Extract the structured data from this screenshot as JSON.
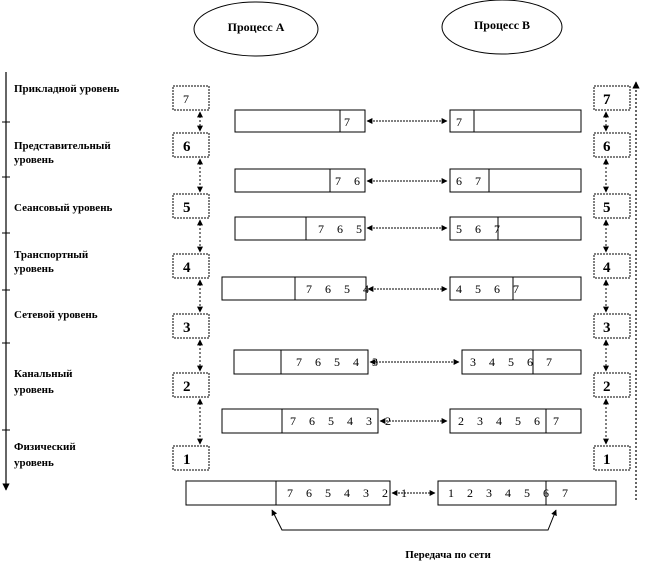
{
  "processes": {
    "a": "Процесс A",
    "b": "Процесс B"
  },
  "layers": [
    {
      "name": "Прикладной  уровень",
      "num": "7"
    },
    {
      "name": "Представительный уровень",
      "num": "6"
    },
    {
      "name": "Сеансовый уровень",
      "num": "5"
    },
    {
      "name": "Транспортный уровень",
      "num": "4"
    },
    {
      "name": "Сетевой уровень",
      "num": "3"
    },
    {
      "name": "Канальный уровень",
      "num": "2"
    },
    {
      "name": "Физический уровень",
      "num": "1"
    }
  ],
  "packets": [
    {
      "left": "7",
      "right": "7"
    },
    {
      "left": "7 6",
      "right": "6 7"
    },
    {
      "left": "7 6 5",
      "right": "5 6 7"
    },
    {
      "left": "7 6 5 4",
      "right": "4 5 6 7"
    },
    {
      "left": "7 6 5 4 3",
      "right": "3 4 5 6 7"
    },
    {
      "left": "7 6 5 4 3 2",
      "right": "2 3 4 5 6 7"
    },
    {
      "left": "7 6 5 4 3 2 1",
      "right": "1 2 3 4 5 6 7"
    }
  ],
  "caption": "Передача по сети"
}
